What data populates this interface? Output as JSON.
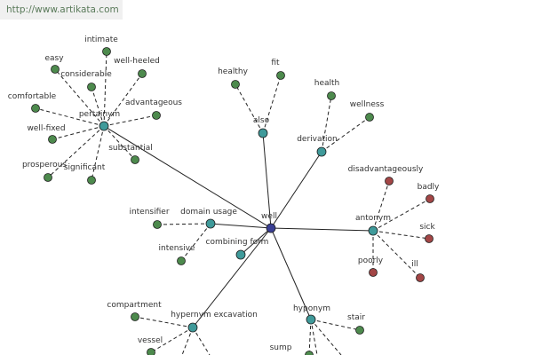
{
  "watermark": "http://www.artikata.com",
  "colors": {
    "center": "#3a3f94",
    "relation": "#3f9a9a",
    "positive": "#4d8a4d",
    "negative": "#a34646",
    "solid_edge": "#222222",
    "dashed_edge": "#222222"
  },
  "graph": {
    "center": "well",
    "relations": [
      {
        "label": "pertainym",
        "words": [
          "intimate",
          "easy",
          "considerable",
          "well-heeled",
          "comfortable",
          "advantageous",
          "well-fixed",
          "prosperous",
          "significant",
          "substantial"
        ],
        "tone": "positive"
      },
      {
        "label": "also",
        "words": [
          "healthy",
          "fit"
        ],
        "tone": "positive"
      },
      {
        "label": "derivation",
        "words": [
          "health",
          "wellness"
        ],
        "tone": "positive"
      },
      {
        "label": "antonym",
        "words": [
          "disadvantageously",
          "badly",
          "sick",
          "poorly",
          "ill"
        ],
        "tone": "negative"
      },
      {
        "label": "domain usage",
        "words": [
          "intensifier",
          "intensive"
        ],
        "tone": "positive"
      },
      {
        "label": "combining form",
        "words": [],
        "tone": "positive"
      },
      {
        "label": "hypernym excavation",
        "words": [
          "compartment",
          "vessel"
        ],
        "tone": "positive"
      },
      {
        "label": "hyponym",
        "words": [
          "stair",
          "sump"
        ],
        "tone": "positive"
      }
    ]
  }
}
